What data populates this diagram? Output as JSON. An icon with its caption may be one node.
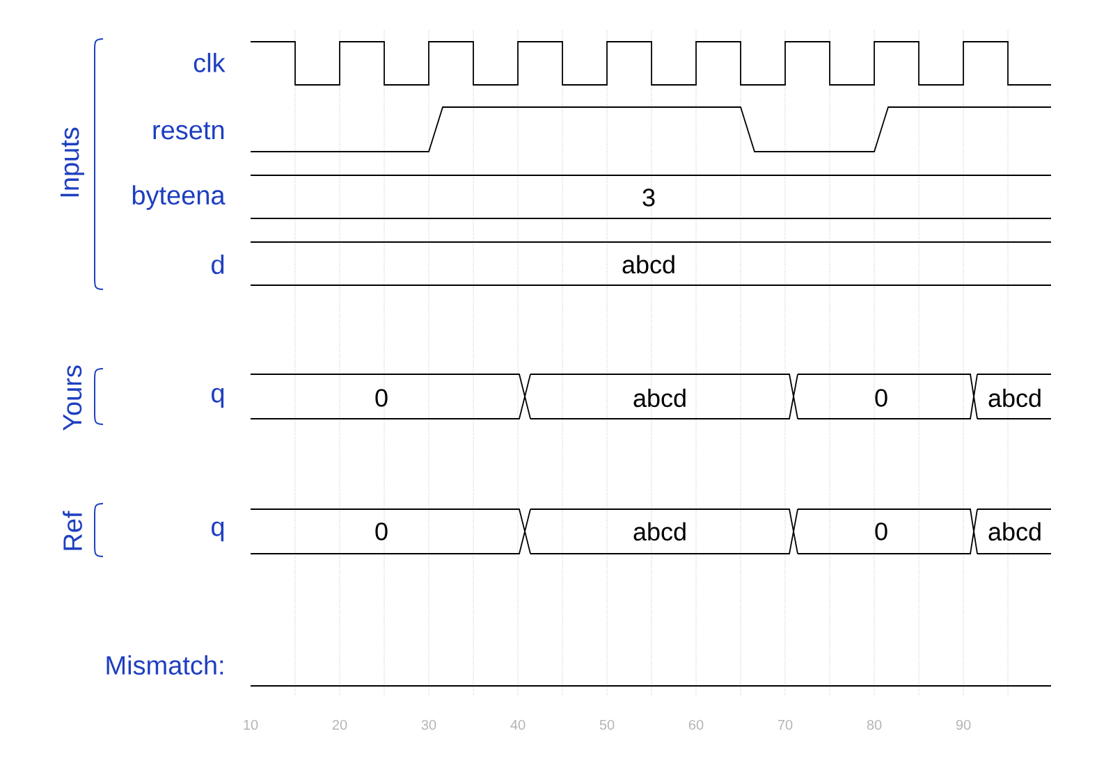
{
  "diagram": {
    "labels": [
      "Inputs",
      "clk",
      "resetn",
      "byteena",
      "3",
      "d",
      "abcd",
      "Yours",
      "q",
      "0",
      "abcd",
      "0",
      "abcd",
      "Ref",
      "q",
      "0",
      "abcd",
      "0",
      "abcd",
      "Mismatch:",
      "10",
      "20",
      "30",
      "40",
      "50",
      "60",
      "70",
      "80",
      "90"
    ]
  }
}
